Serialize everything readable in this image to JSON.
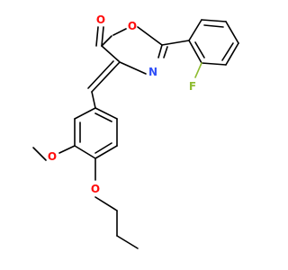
{
  "molecule": {
    "atom_labels": {
      "carbonyl_oxygen": "O",
      "ring_oxygen": "O",
      "ring_nitrogen": "N",
      "fluorine": "F",
      "methoxy_oxygen": "O",
      "propoxy_oxygen": "O"
    },
    "colors": {
      "bond": "#000000",
      "oxygen": "#ff0d0d",
      "nitrogen": "#3050f8",
      "fluorine": "#8fbc32",
      "background": "#ffffff"
    }
  }
}
